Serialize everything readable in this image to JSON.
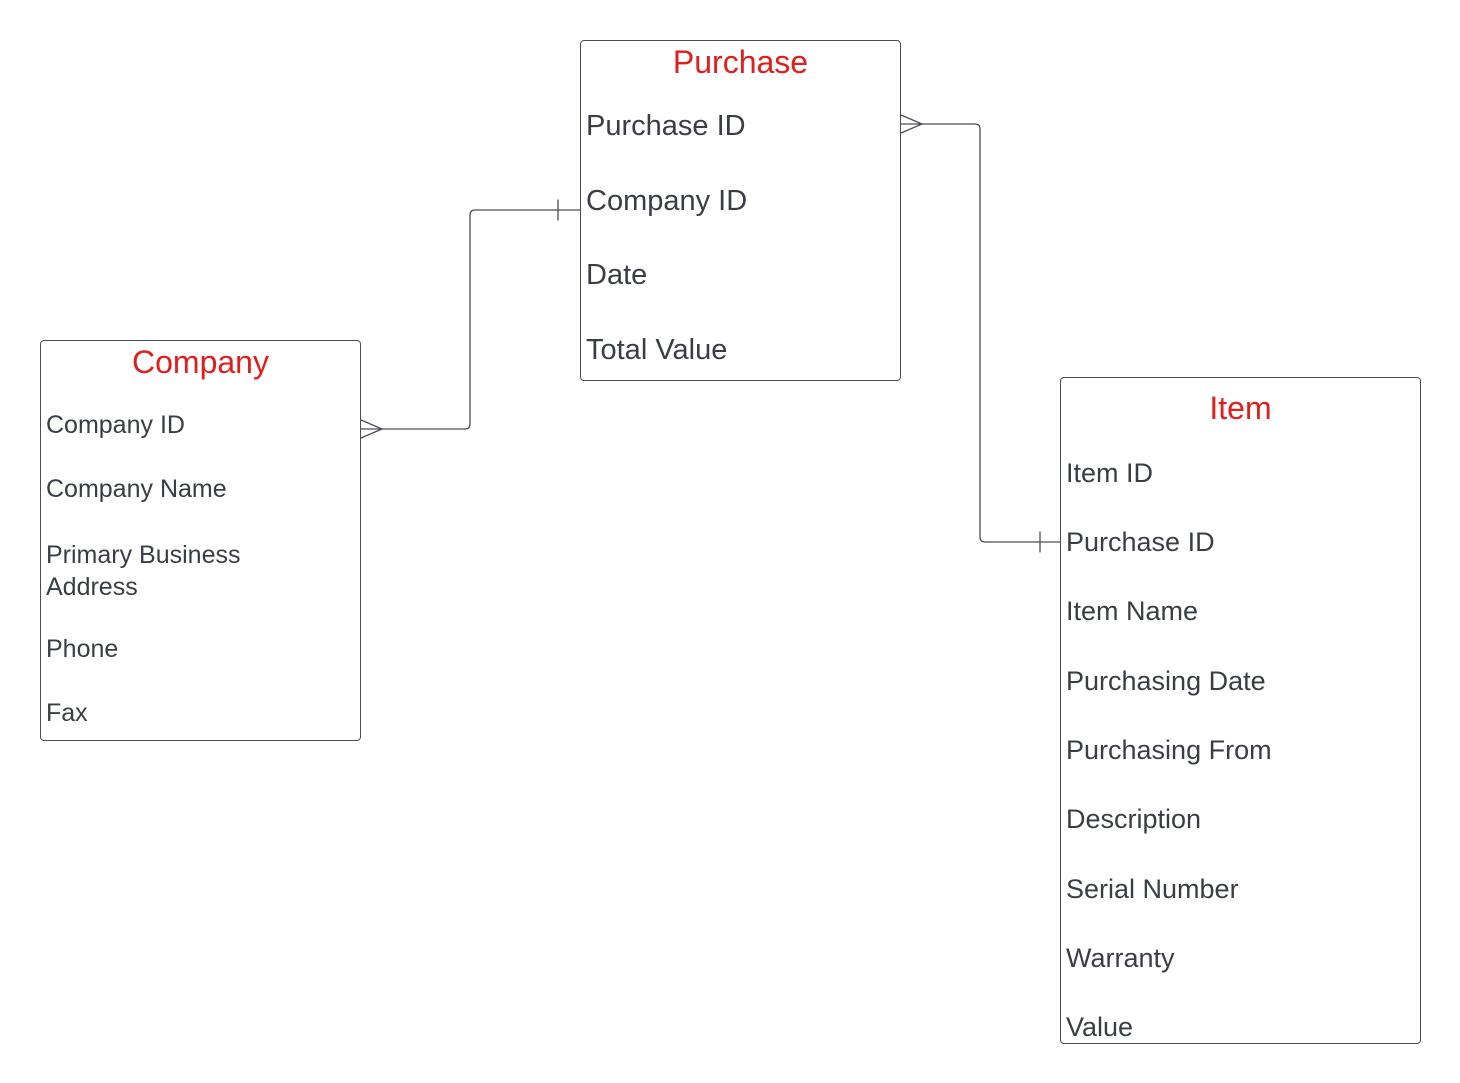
{
  "diagram": {
    "colors": {
      "title": "#e01e1e",
      "text": "#3a3d45",
      "border": "#4a4d55",
      "line": "#4a4d55"
    },
    "entities": {
      "purchase": {
        "title": "Purchase",
        "attributes": [
          "Purchase ID",
          "Company ID",
          "Date",
          "Total Value"
        ]
      },
      "company": {
        "title": "Company",
        "attributes": [
          "Company ID",
          "Company Name",
          "Primary Business Address",
          "Phone",
          "Fax"
        ]
      },
      "item": {
        "title": "Item",
        "attributes": [
          "Item ID",
          "Purchase ID",
          "Item Name",
          "Purchasing Date",
          "Purchasing From",
          "Description",
          "Serial Number",
          "Warranty",
          "Value"
        ]
      }
    },
    "relationships": [
      {
        "from": "Company.Company ID",
        "from_cardinality": "many",
        "to": "Purchase.Company ID",
        "to_cardinality": "one"
      },
      {
        "from": "Purchase.Purchase ID",
        "from_cardinality": "many",
        "to": "Item.Purchase ID",
        "to_cardinality": "one"
      }
    ]
  }
}
